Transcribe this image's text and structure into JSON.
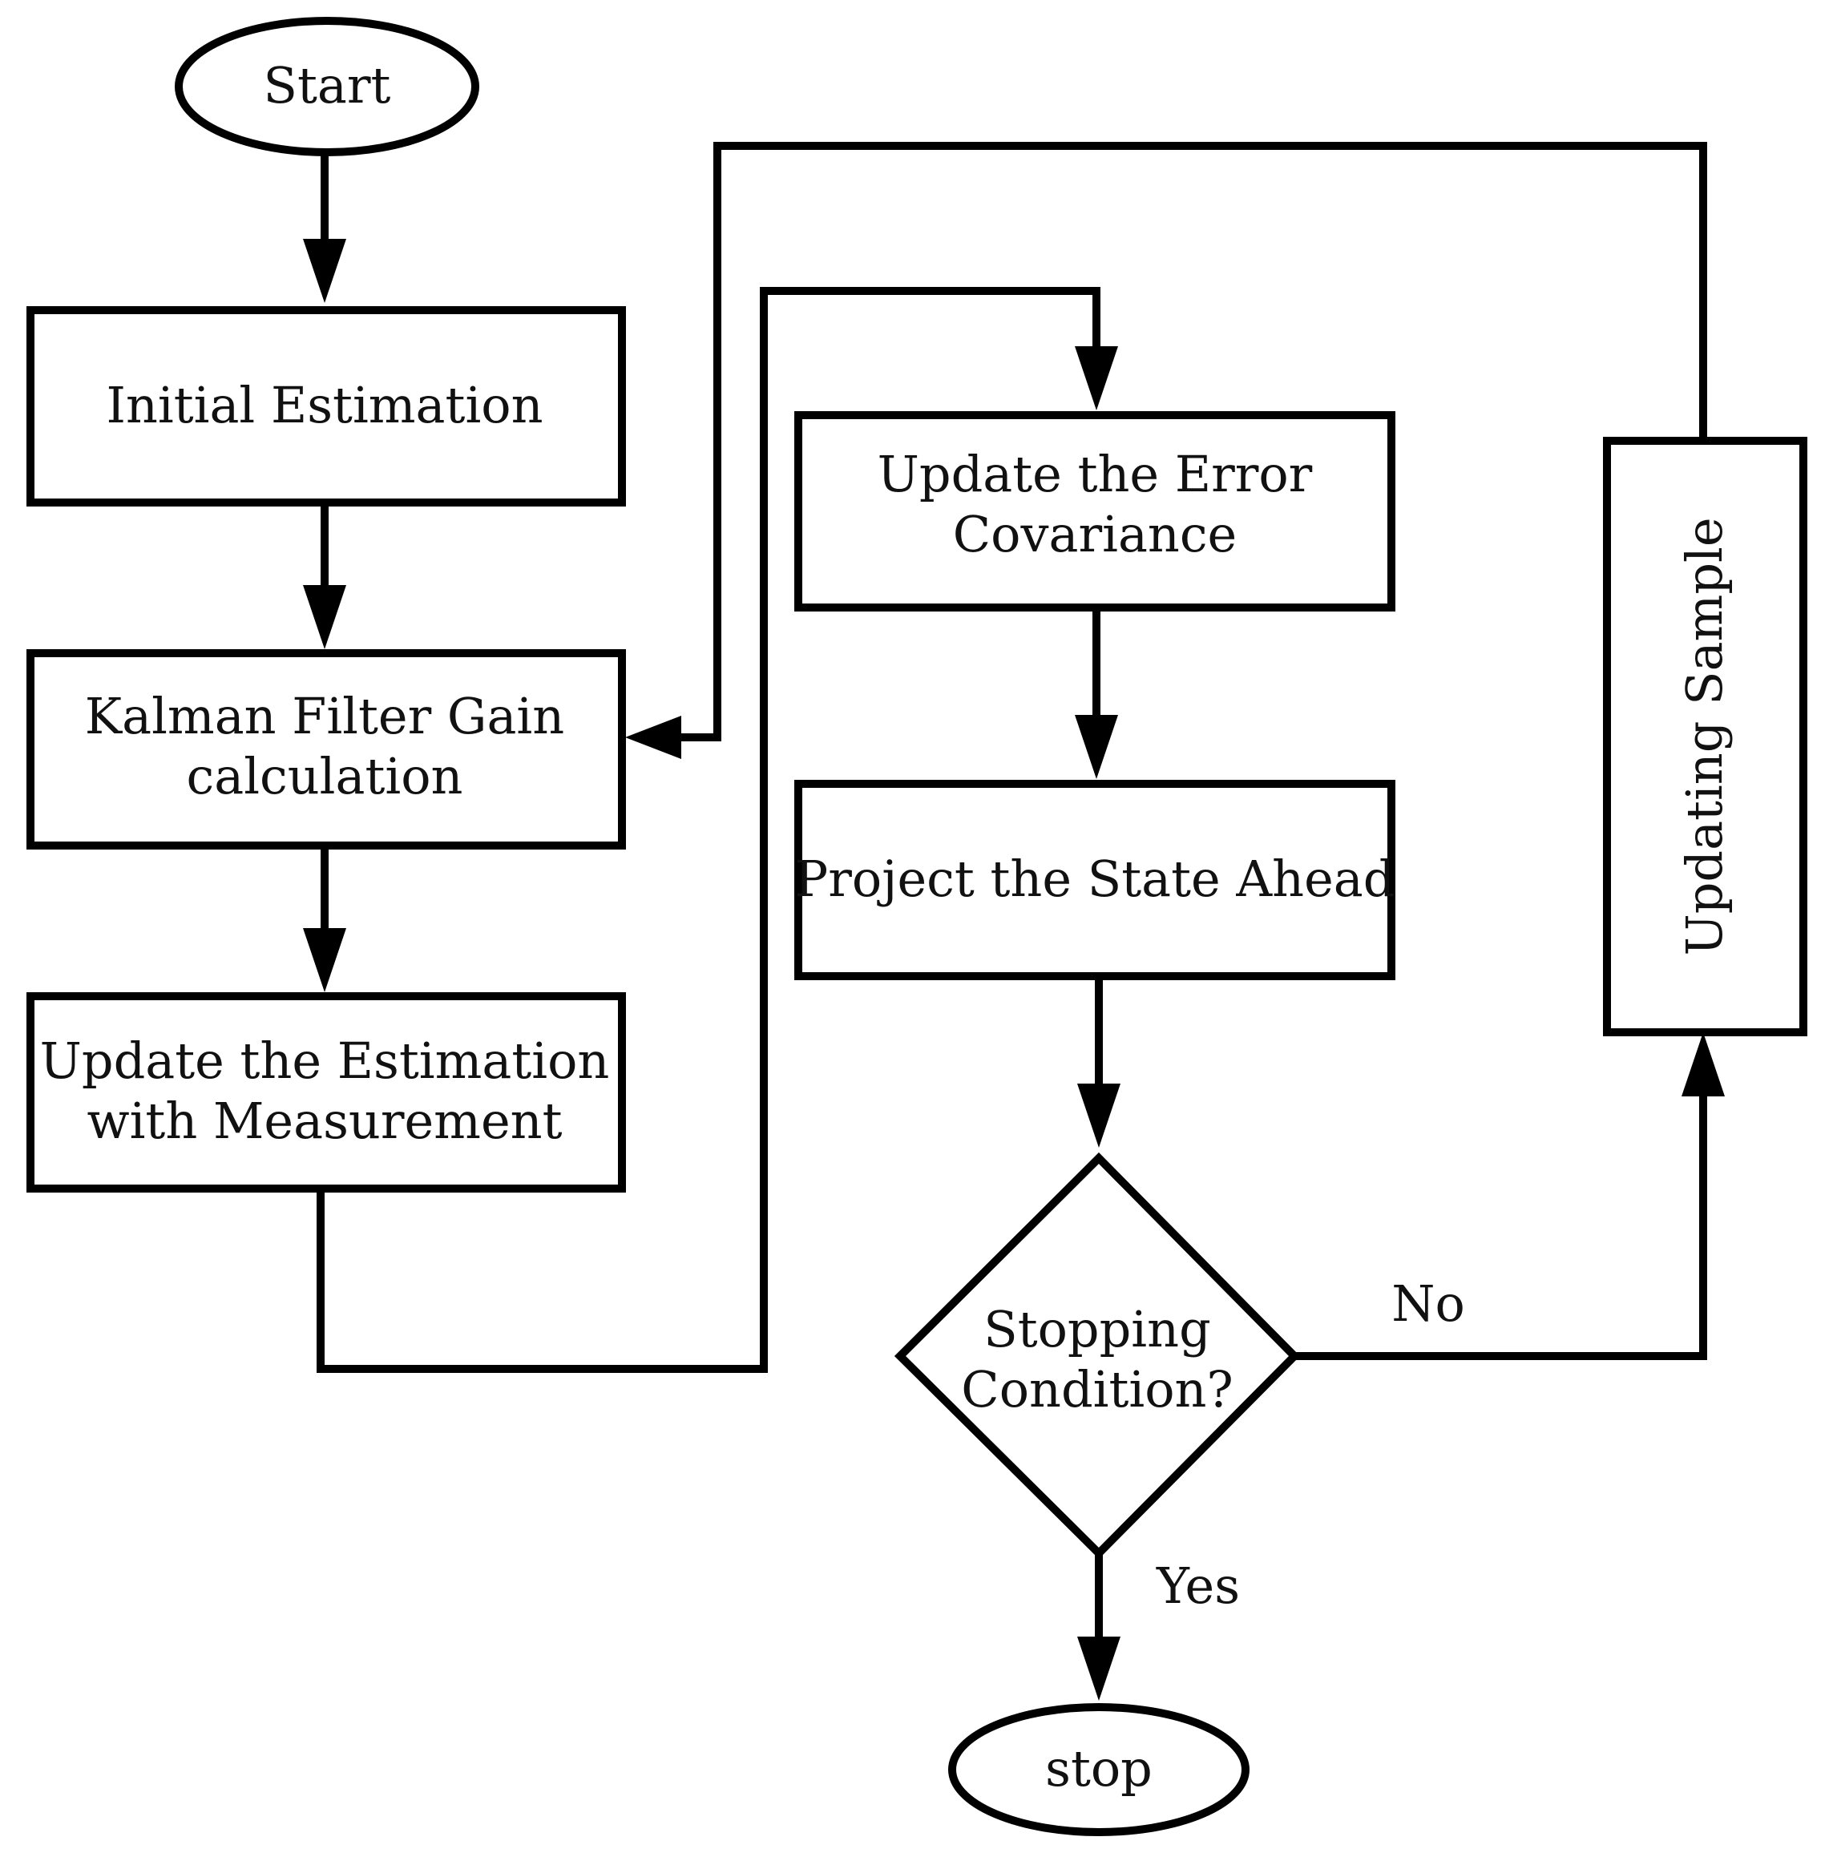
{
  "nodes": {
    "start": "Start",
    "initial_estimation": "Initial Estimation",
    "kalman_gain": [
      "Kalman Filter Gain",
      "calculation"
    ],
    "update_estimation": [
      "Update the Estimation",
      "with Measurement"
    ],
    "update_error_covariance": [
      "Update the Error",
      "Covariance"
    ],
    "project_state": "Project the State Ahead",
    "stopping_condition": [
      "Stopping",
      "Condition?"
    ],
    "updating_sample": "Updating Sample",
    "stop": "stop"
  },
  "edges": {
    "no_label": "No",
    "yes_label": "Yes"
  },
  "colors": {
    "stroke": "#000000",
    "fill": "#ffffff",
    "text": "#111111"
  }
}
